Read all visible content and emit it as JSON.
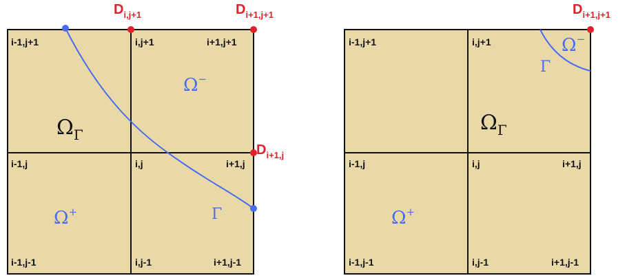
{
  "left_panel": {
    "cells": {
      "top_left": "i-1,j+1",
      "top_mid": "i,j+1",
      "top_right": "i+1,j+1",
      "mid_left": "i-1,j",
      "mid_mid": "i,j",
      "mid_right": "i+1,j",
      "bot_left": "i-1,j-1",
      "bot_mid": "i,j-1",
      "bot_right": "i+1,j-1"
    },
    "node_top_mid": {
      "main": "D",
      "sub": "i,j+1"
    },
    "node_top_right": {
      "main": "D",
      "sub": "i+1,j+1"
    },
    "node_mid_right": {
      "main": "D",
      "sub": "i+1,j"
    },
    "omega_gamma": {
      "main": "Ω",
      "sub": "Γ"
    },
    "omega_minus": {
      "main": "Ω",
      "sup": "−"
    },
    "omega_plus": {
      "main": "Ω",
      "sup": "+"
    },
    "gamma": "Γ"
  },
  "right_panel": {
    "cells": {
      "top_left": "i-1,j+1",
      "top_mid": "i,j+1",
      "mid_left": "i-1,j",
      "mid_mid": "i,j",
      "mid_right": "i+1,j",
      "bot_left": "i-1,j-1",
      "bot_mid": "i,j-1",
      "bot_right": "i+1,j-1"
    },
    "node_top_right": {
      "main": "D",
      "sub": "i+1,j+1"
    },
    "omega_gamma": {
      "main": "Ω",
      "sub": "Γ"
    },
    "omega_minus": {
      "main": "Ω",
      "sup": "−"
    },
    "omega_plus": {
      "main": "Ω",
      "sup": "+"
    },
    "gamma": "Γ"
  },
  "colors": {
    "fill": "#ead9a8",
    "grid": "#111111",
    "node": "#e0202a",
    "curve": "#4a6cf0"
  }
}
